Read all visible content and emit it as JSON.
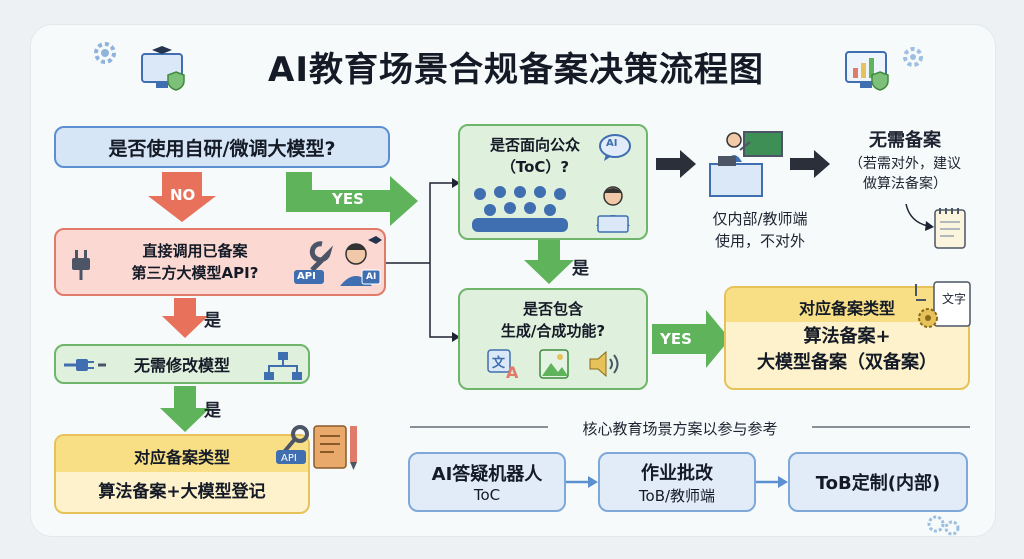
{
  "title": "AI教育场景合规备案决策流程图",
  "q1": "是否使用自研/微调大模型?",
  "no_label": "NO",
  "yes_label": "YES",
  "q2": {
    "line1": "直接调用已备案",
    "line2": "第三方大模型API?"
  },
  "api_badge": "API",
  "ai_badge": "AI",
  "yes_cn": "是",
  "no_modify": "无需修改模型",
  "type_left": {
    "title": "对应备案类型",
    "content": "算法备案+大模型登记"
  },
  "q3": {
    "line1": "是否面向公众",
    "line2": "（ToC）?"
  },
  "internal": {
    "line1": "仅内部/教师端",
    "line2": "使用，不对外"
  },
  "no_filing": {
    "title": "无需备案",
    "line1": "（若需对外，建议",
    "line2": "做算法备案）"
  },
  "q4": {
    "line1": "是否包含",
    "line2": "生成/合成功能?"
  },
  "text_icon_char": "文",
  "type_right": {
    "title": "对应备案类型",
    "line1": "算法备案+",
    "line2": "大模型备案（双备案）"
  },
  "doc_text": "文字",
  "core_title": "核心教育场景方案以参与参考",
  "scenarios": [
    {
      "name": "AI答疑机器人",
      "sub": "ToC"
    },
    {
      "name": "作业批改",
      "sub": "ToB/教师端"
    },
    {
      "name": "ToB定制(内部)",
      "sub": ""
    }
  ],
  "colors": {
    "blue": "#5b8fd0",
    "red": "#e07b6a",
    "green": "#5fb35a",
    "yellow": "#e7c25a"
  }
}
